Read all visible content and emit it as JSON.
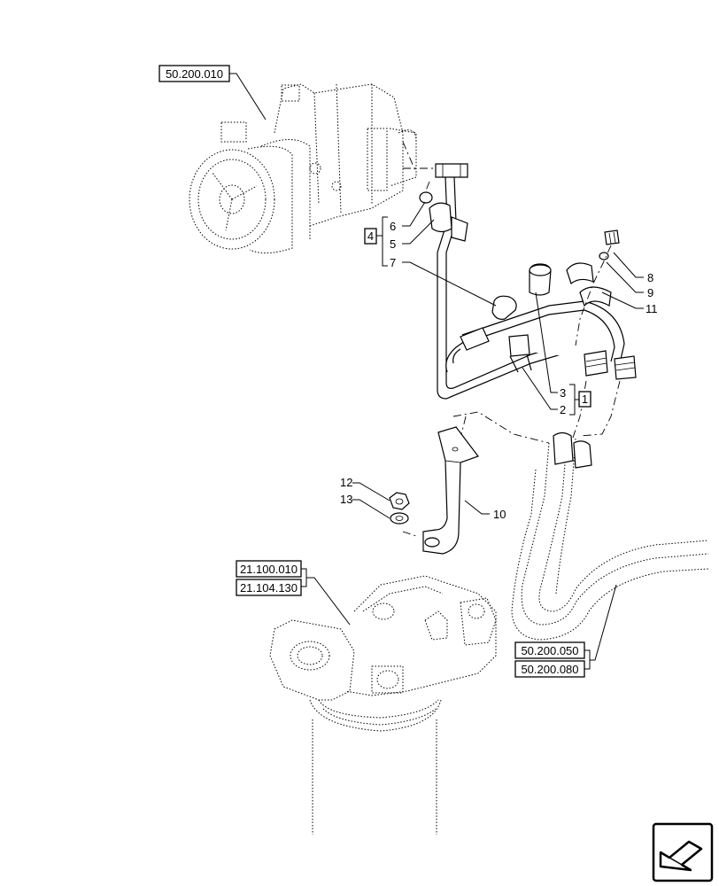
{
  "references": {
    "compressor": "50.200.010",
    "group_a": "21.100.010",
    "group_b": "21.104.130",
    "hose_a": "50.200.050",
    "hose_b": "50.200.080"
  },
  "group_labels": {
    "kit_4": "4",
    "kit_1": "1"
  },
  "callouts": {
    "c1": "1",
    "c2": "2",
    "c3": "3",
    "c5": "5",
    "c6": "6",
    "c7": "7",
    "c8": "8",
    "c9": "9",
    "c10": "10",
    "c11": "11",
    "c12": "12",
    "c13": "13"
  },
  "nav": {
    "icon": "next-page-arrow-icon"
  }
}
